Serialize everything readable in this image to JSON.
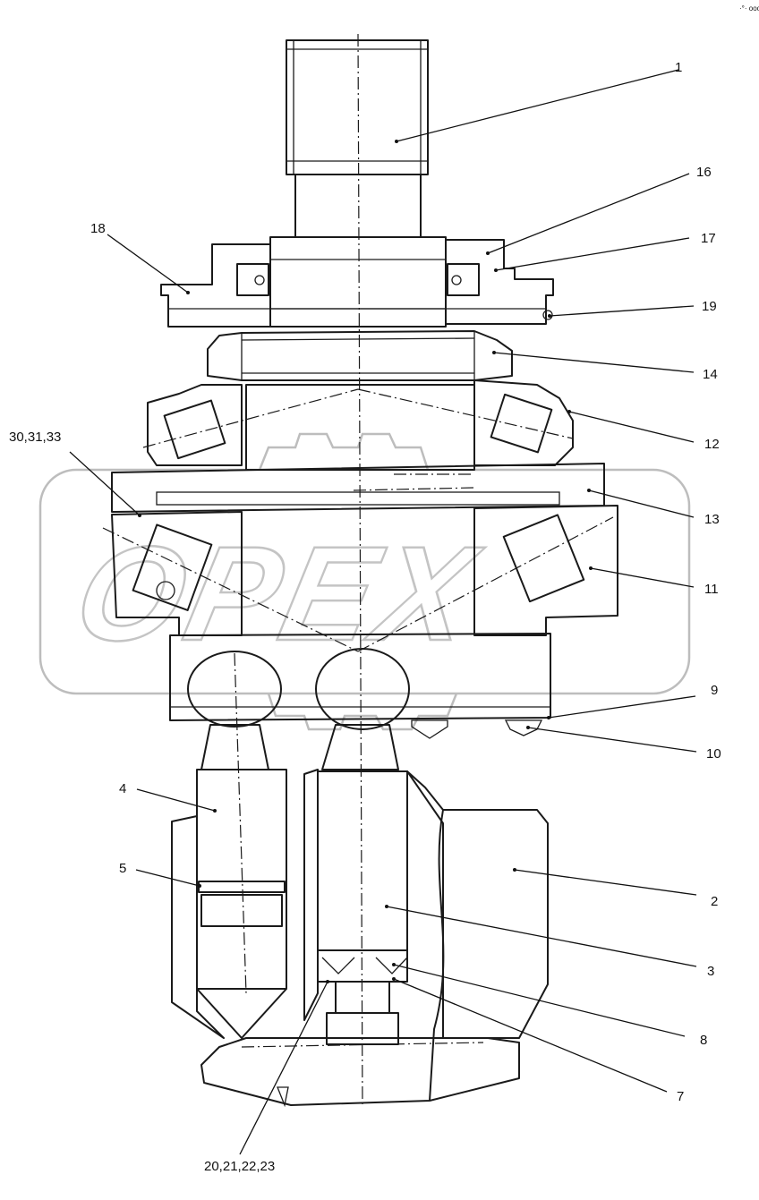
{
  "corner_mark": "·°· ooo",
  "watermark": {
    "text": "OPEX"
  },
  "callouts": [
    {
      "id": "c1",
      "text": "1"
    },
    {
      "id": "c16",
      "text": "16"
    },
    {
      "id": "c17",
      "text": "17"
    },
    {
      "id": "c18",
      "text": "18"
    },
    {
      "id": "c19",
      "text": "19"
    },
    {
      "id": "c14",
      "text": "14"
    },
    {
      "id": "c12",
      "text": "12"
    },
    {
      "id": "c3033",
      "text": "30,31,33"
    },
    {
      "id": "c13",
      "text": "13"
    },
    {
      "id": "c11",
      "text": "11"
    },
    {
      "id": "c9",
      "text": "9"
    },
    {
      "id": "c10",
      "text": "10"
    },
    {
      "id": "c4",
      "text": "4"
    },
    {
      "id": "c5",
      "text": "5"
    },
    {
      "id": "c2",
      "text": "2"
    },
    {
      "id": "c3",
      "text": "3"
    },
    {
      "id": "c8",
      "text": "8"
    },
    {
      "id": "c7",
      "text": "7"
    },
    {
      "id": "c2023",
      "text": "20,21,22,23"
    }
  ]
}
